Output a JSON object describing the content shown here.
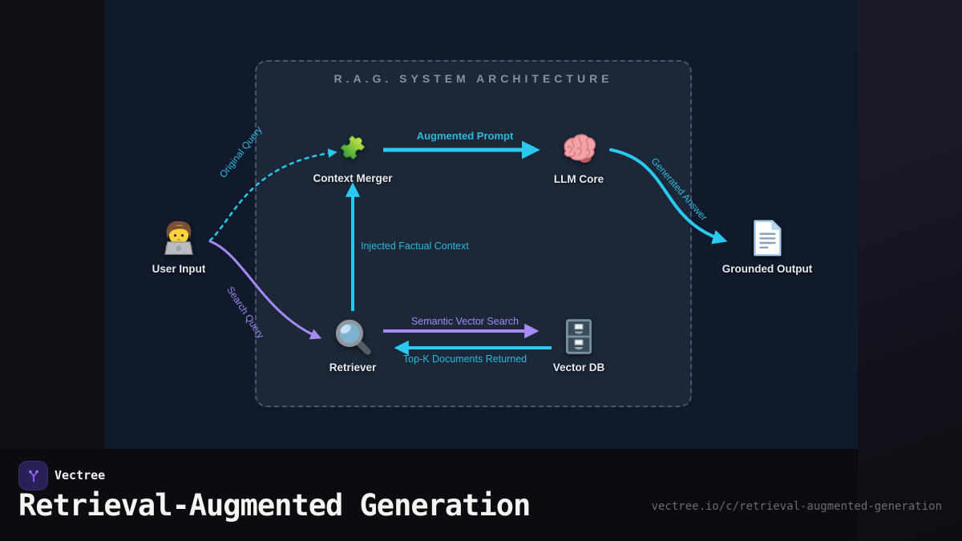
{
  "brand": {
    "name": "Vectree",
    "url": "vectree.io/c/retrieval-augmented-generation"
  },
  "page_title": "Retrieval-Augmented Generation",
  "diagram": {
    "panel_title": "R.A.G. SYSTEM ARCHITECTURE",
    "nodes": [
      {
        "id": "user-input",
        "label": "User Input",
        "icon": "technologist-emoji-icon"
      },
      {
        "id": "context-merger",
        "label": "Context Merger",
        "icon": "puzzle-piece-icon"
      },
      {
        "id": "llm-core",
        "label": "LLM Core",
        "icon": "brain-icon"
      },
      {
        "id": "retriever",
        "label": "Retriever",
        "icon": "magnifying-glass-icon"
      },
      {
        "id": "vector-db",
        "label": "Vector DB",
        "icon": "file-cabinet-icon"
      },
      {
        "id": "grounded-output",
        "label": "Grounded Output",
        "icon": "document-icon"
      }
    ],
    "edges": [
      {
        "label": "Original Query",
        "from": "user-input",
        "to": "context-merger",
        "style": "dashed",
        "color": "#29c9f0"
      },
      {
        "label": "Search Query",
        "from": "user-input",
        "to": "retriever",
        "style": "solid",
        "color": "#a78bfa"
      },
      {
        "label": "Augmented Prompt",
        "from": "context-merger",
        "to": "llm-core",
        "style": "solid",
        "color": "#29c9f0"
      },
      {
        "label": "Injected Factual Context",
        "from": "retriever",
        "to": "context-merger",
        "style": "solid",
        "color": "#29c9f0"
      },
      {
        "label": "Semantic Vector Search",
        "from": "retriever",
        "to": "vector-db",
        "style": "solid",
        "color": "#a78bfa"
      },
      {
        "label": "Top-K Documents Returned",
        "from": "vector-db",
        "to": "retriever",
        "style": "solid",
        "color": "#29c9f0"
      },
      {
        "label": "Generated Answer",
        "from": "llm-core",
        "to": "grounded-output",
        "style": "solid",
        "color": "#29c9f0"
      }
    ]
  },
  "colors": {
    "arrow_cyan": "#29c9f0",
    "arrow_purple": "#a78bfa",
    "label_cyan": "#2cb9de",
    "label_purple": "#a18af2",
    "panel_bg": "#1c2838",
    "band_bg": "#111a2b",
    "accent_logo": "#8b5cf6"
  }
}
